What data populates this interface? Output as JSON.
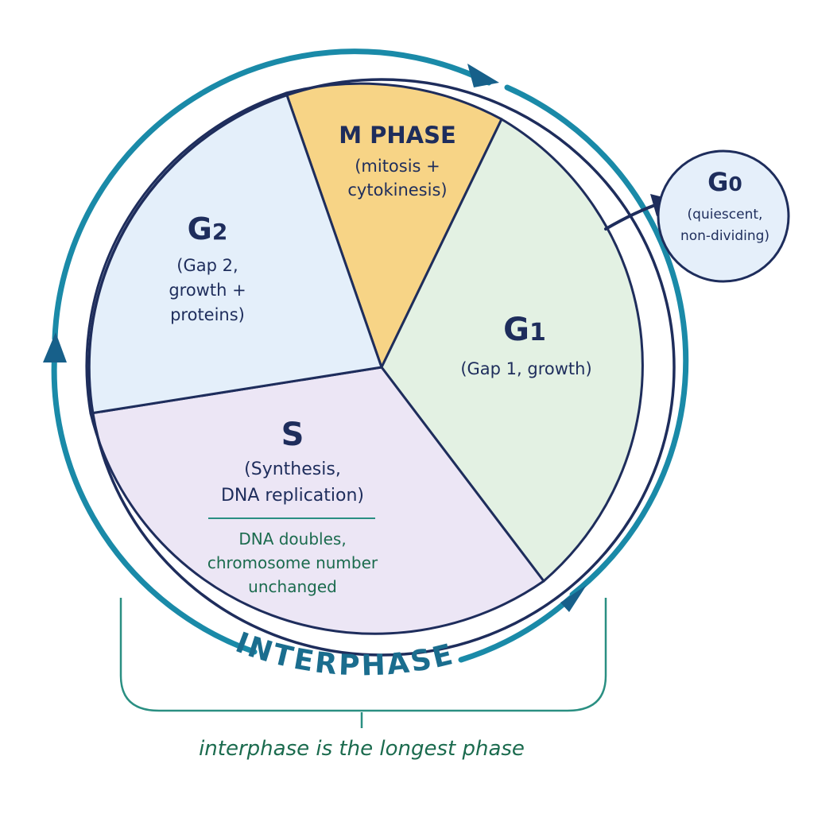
{
  "colors": {
    "outline": "#1e2d5c",
    "cycle_arrow": "#1a8aa8",
    "arrow_head": "#17608a",
    "interphase_text": "#1a6d8e",
    "bracket": "#2a8f82",
    "note_green": "#1b6b4e",
    "m_phase_fill": "#f7d486",
    "g1_fill": "#e3f1e3",
    "g2_fill": "#e4effa",
    "s_fill": "#ece6f5",
    "g0_fill": "#e5effa"
  },
  "phases": {
    "m": {
      "title": "M PHASE",
      "lines": [
        "(mitosis +",
        "cytokinesis)"
      ]
    },
    "g1": {
      "title_main": "G",
      "title_sub": "1",
      "lines": [
        "(Gap 1, growth)"
      ]
    },
    "g2": {
      "title_main": "G",
      "title_sub": "2",
      "lines": [
        "(Gap 2,",
        "growth +",
        "proteins)"
      ]
    },
    "s": {
      "title": "S",
      "lines": [
        "(Synthesis,",
        "DNA replication)"
      ],
      "note": [
        "DNA doubles,",
        "chromosome number",
        "unchanged"
      ]
    }
  },
  "g0": {
    "title_main": "G",
    "title_sub": "0",
    "lines": [
      "(quiescent,",
      "non-dividing)"
    ]
  },
  "interphase": {
    "label": "INTERPHASE",
    "caption": "interphase is the longest phase"
  }
}
